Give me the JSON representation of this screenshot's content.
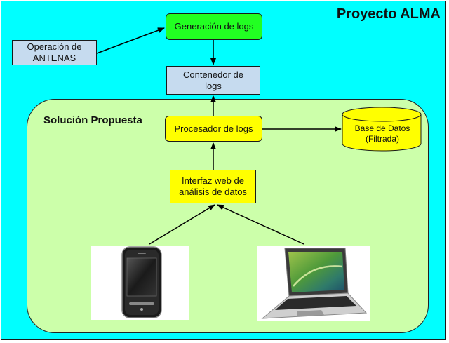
{
  "project": {
    "title": "Proyecto ALMA"
  },
  "solution": {
    "title": "Solución Propuesta"
  },
  "nodes": {
    "generation": "Generación de logs",
    "antennas": "Operación de\nANTENAS",
    "container": "Contenedor de\nlogs",
    "processor": "Procesador de logs",
    "database": "Base de Datos\n(Filtrada)",
    "web": "Interfaz web de\nanálisis de datos"
  },
  "colors": {
    "background": "#00ffff",
    "solution": "#ccffaa",
    "generation": "#22ff22",
    "blue_box": "#c6dbef",
    "yellow_box": "#ffff00"
  }
}
